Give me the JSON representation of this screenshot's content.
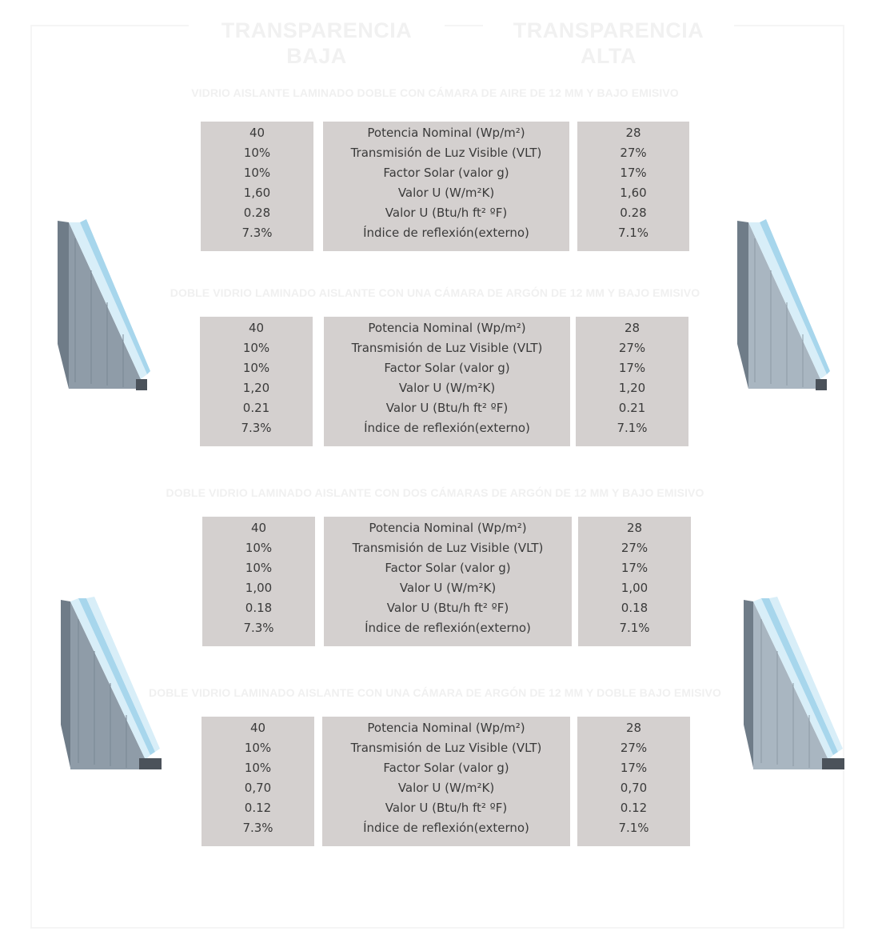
{
  "headers": {
    "low": "TRANSPARENCIA BAJA",
    "high": "TRANSPARENCIA ALTA"
  },
  "sections": [
    {
      "title": "VIDRIO AISLANTE LAMINADO DOBLE CON CÁMARA DE AIRE DE 12 MM Y BAJO EMISIVO",
      "low": [
        "40",
        "10%",
        "10%",
        "1,60",
        "0.28",
        "7.3%"
      ],
      "labels": [
        "Potencia Nominal (Wp/m²)",
        "Transmisión de Luz Visible (VLT)",
        "Factor Solar (valor g)",
        "Valor U (W/m²K)",
        "Valor U (Btu/h ft² ºF)",
        "Índice de reflexión(externo)"
      ],
      "high": [
        "28",
        "27%",
        "17%",
        "1,60",
        "0.28",
        "7.1%"
      ]
    },
    {
      "title": "DOBLE VIDRIO LAMINADO AISLANTE CON UNA CÁMARA DE ARGÓN DE 12 MM Y BAJO EMISIVO",
      "low": [
        "40",
        "10%",
        "10%",
        "1,20",
        "0.21",
        "7.3%"
      ],
      "labels": [
        "Potencia Nominal (Wp/m²)",
        "Transmisión de Luz Visible (VLT)",
        "Factor Solar (valor g)",
        "Valor U (W/m²K)",
        "Valor U (Btu/h ft² ºF)",
        "Índice de reflexión(externo)"
      ],
      "high": [
        "28",
        "27%",
        "17%",
        "1,20",
        "0.21",
        "7.1%"
      ]
    },
    {
      "title": "DOBLE VIDRIO LAMINADO AISLANTE CON DOS CÁMARAS DE ARGÓN DE 12 MM Y BAJO EMISIVO",
      "low": [
        "40",
        "10%",
        "10%",
        "1,00",
        "0.18",
        "7.3%"
      ],
      "labels": [
        "Potencia Nominal (Wp/m²)",
        "Transmisión de Luz Visible (VLT)",
        "Factor Solar (valor g)",
        "Valor U (W/m²K)",
        "Valor U (Btu/h ft² ºF)",
        "Índice de reflexión(externo)"
      ],
      "high": [
        "28",
        "27%",
        "17%",
        "1,00",
        "0.18",
        "7.1%"
      ]
    },
    {
      "title": "DOBLE VIDRIO LAMINADO AISLANTE CON UNA CÁMARA DE ARGÓN DE 12 MM Y DOBLE BAJO EMISIVO",
      "low": [
        "40",
        "10%",
        "10%",
        "0,70",
        "0.12",
        "7.3%"
      ],
      "labels": [
        "Potencia Nominal (Wp/m²)",
        "Transmisión de Luz Visible (VLT)",
        "Factor Solar (valor g)",
        "Valor U (W/m²K)",
        "Valor U (Btu/h ft² ºF)",
        "Índice de reflexión(externo)"
      ],
      "high": [
        "28",
        "27%",
        "17%",
        "0,70",
        "0.12",
        "7.1%"
      ]
    }
  ],
  "icons": {
    "double_glass": "double-glazing-cross-section-icon",
    "triple_glass": "triple-glazing-cross-section-icon"
  },
  "colors": {
    "box_bg": "#d4d0cf",
    "text": "#3a3a3a",
    "faded_heading": "#f0f0f0",
    "glass_edge": "#bfe3f2",
    "glass_face": "#8c9aa6"
  }
}
